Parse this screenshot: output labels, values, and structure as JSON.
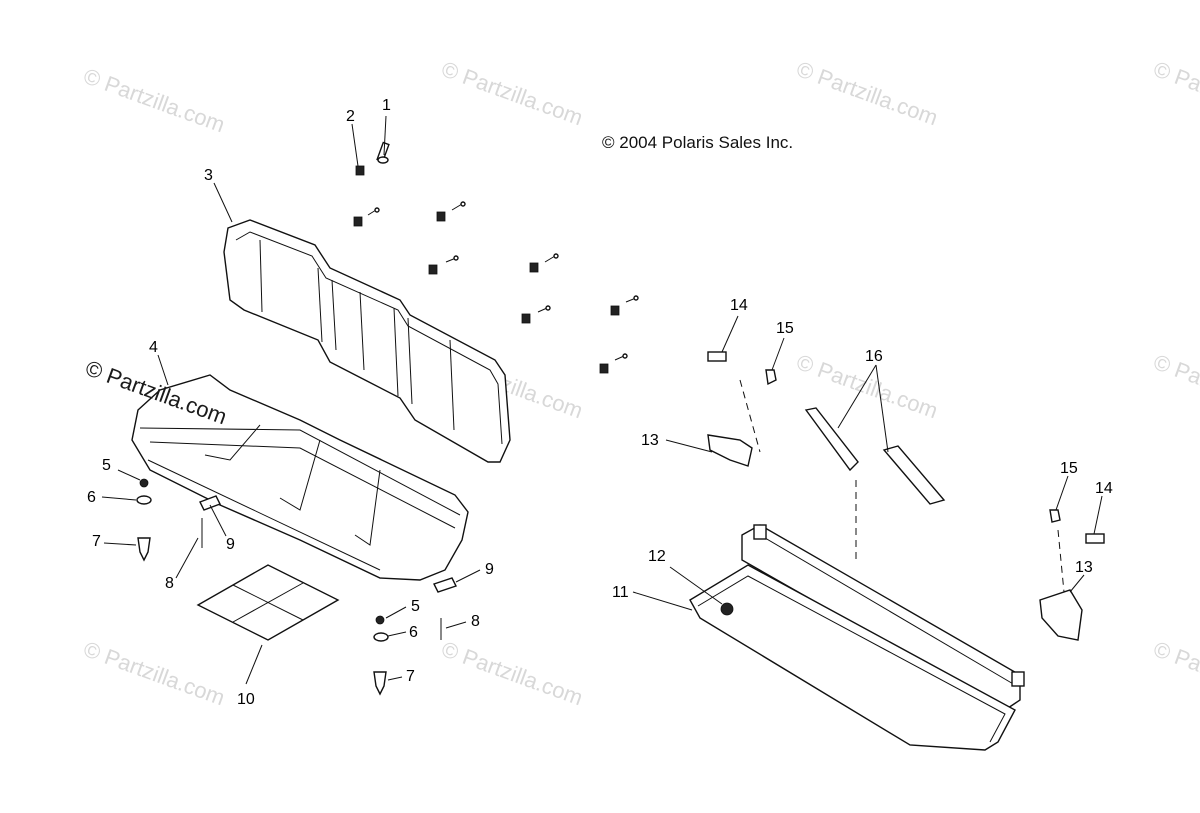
{
  "copyright": "© 2004 Polaris Sales Inc.",
  "watermarks": [
    "© Partzilla.com",
    "© Partzilla.com",
    "© Partzilla.com",
    "© Partzilla.com",
    "© Partzilla.com",
    "© Partzilla.com",
    "© Partzilla.com",
    "© Partzilla.com",
    "© Partzilla.com",
    "© Partzilla.com",
    "© Partzilla.com"
  ],
  "strong_watermark": "© Partzilla.com",
  "callouts": {
    "c1": "1",
    "c2": "2",
    "c3": "3",
    "c4": "4",
    "c5a": "5",
    "c6a": "6",
    "c7a": "7",
    "c8a": "8",
    "c9a": "9",
    "c10": "10",
    "c9b": "9",
    "c5b": "5",
    "c6b": "6",
    "c8b": "8",
    "c7b": "7",
    "c11": "11",
    "c12": "12",
    "c13a": "13",
    "c14a": "14",
    "c15a": "15",
    "c16": "16",
    "c15b": "15",
    "c14b": "14",
    "c13b": "13"
  }
}
